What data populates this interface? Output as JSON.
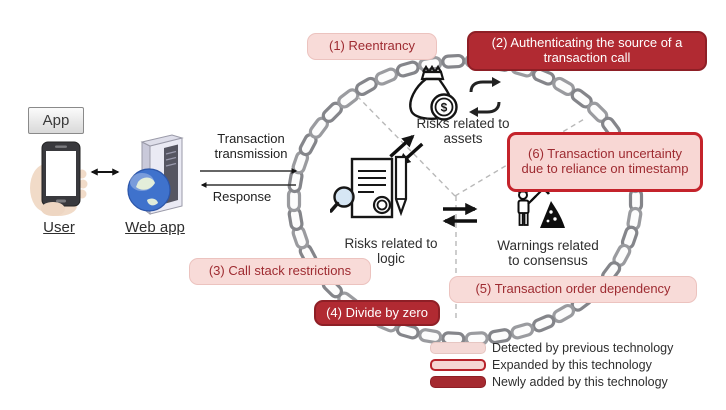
{
  "left_panel": {
    "app_label": "App",
    "user_label": "User",
    "webapp_label": "Web app",
    "transmission_line1": "Transaction",
    "transmission_line2": "transmission",
    "response_label": "Response",
    "icons": [
      "phone-in-hand-icon",
      "web-server-globe-icon",
      "bidirectional-arrow-icon"
    ]
  },
  "diagram": {
    "shape": "chain-circle",
    "sectors": [
      {
        "line1": "Risks related to",
        "line2": "assets",
        "icon": "money-bag-icon, currency-exchange-icon"
      },
      {
        "line1": "Risks related to",
        "line2": "logic",
        "icon": "contract-inspection-icon"
      },
      {
        "line1": "Warnings related",
        "line2": "to consensus",
        "icon": "miner-icon"
      }
    ],
    "boxes": [
      {
        "id": 1,
        "label": "(1) Reentrancy",
        "style": "pink"
      },
      {
        "id": 2,
        "label": "(2) Authenticating the source of a transaction call",
        "style": "dark-red"
      },
      {
        "id": 3,
        "label": "(3) Call stack restrictions",
        "style": "pink"
      },
      {
        "id": 4,
        "label": "(4) Divide by zero",
        "style": "dark-red"
      },
      {
        "id": 5,
        "label": "(5) Transaction order dependency",
        "style": "pink"
      },
      {
        "id": 6,
        "label": "(6) Transaction uncertainty due to reliance on timestamp",
        "style": "pink-outlined"
      }
    ]
  },
  "legend": {
    "items": [
      {
        "label": "Detected by previous technology",
        "style": "pink"
      },
      {
        "label": "Expanded by this technology",
        "style": "pink-outlined"
      },
      {
        "label": "Newly added by this technology",
        "style": "dark-red"
      }
    ]
  },
  "colors": {
    "pink_fill": "#f8dbd8",
    "dark_red_fill": "#b12a32",
    "outline_red": "#c4232b",
    "box_text_red": "#9e2b31",
    "chain_gray": "#8f9094",
    "dashed_line_gray": "#b8b8b8"
  }
}
